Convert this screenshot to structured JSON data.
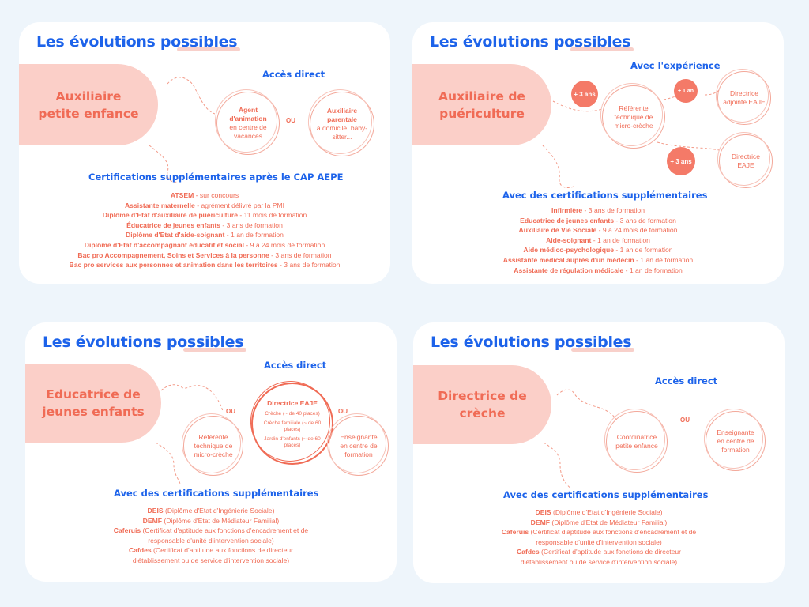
{
  "cards": [
    {
      "title": "Les évolutions possibles",
      "role": "Auxiliaire petite enfance",
      "access_label": "Accès direct",
      "circles": [
        {
          "text": "Agent d'animation en centre de vacances",
          "bold": "Agent d'animation"
        },
        {
          "text": "Auxiliaire parentale à domicile, baby-sitter...",
          "bold": "Auxiliaire parentale"
        }
      ],
      "or_label": "OU",
      "cert_label": "Certifications supplémentaires après le CAP AEPE",
      "certs": [
        {
          "name": "ATSEM",
          "detail": " - sur concours"
        },
        {
          "name": "Assistante maternelle",
          "detail": " - agrément délivré par la PMI"
        },
        {
          "name": "Diplôme d'Etat d'auxiliaire de puériculture",
          "detail": " - 11 mois de formation"
        },
        {
          "name": "Éducatrice de jeunes enfants",
          "detail": " - 3 ans de formation"
        },
        {
          "name": "Diplôme d'Etat d'aide-soignant",
          "detail": " - 1 an de formation"
        },
        {
          "name": "Diplôme d'Etat d'accompagnant éducatif et social",
          "detail": " - 9 à 24 mois de formation"
        },
        {
          "name": "Bac pro Accompagnement, Soins et Services à la personne",
          "detail": " - 3 ans de formation"
        },
        {
          "name": "Bac pro services aux personnes et animation dans les territoires",
          "detail": " - 3 ans de formation"
        }
      ]
    },
    {
      "title": "Les évolutions possibles",
      "role": "Auxiliaire de puériculture",
      "access_label": "Avec l'expérience",
      "circles": [
        {
          "text": "Référente technique de micro-crèche",
          "bold": ""
        },
        {
          "text": "Directrice adjointe EAJE",
          "bold": ""
        },
        {
          "text": "Directrice EAJE",
          "bold": ""
        }
      ],
      "dots": [
        "+ 3 ans",
        "+ 1 an",
        "+ 3 ans"
      ],
      "cert_label": "Avec des certifications supplémentaires",
      "certs": [
        {
          "name": "Infirmière",
          "detail": " - 3 ans de formation"
        },
        {
          "name": "Educatrice de jeunes enfants",
          "detail": " - 3 ans de formation"
        },
        {
          "name": "Auxiliaire de Vie Sociale",
          "detail": " - 9 à 24 mois de formation"
        },
        {
          "name": "Aide-soignant",
          "detail": " - 1 an de formation"
        },
        {
          "name": "Aide médico-psychologique",
          "detail": " - 1 an de formation"
        },
        {
          "name": "Assistante médical auprès d'un médecin",
          "detail": " - 1 an de formation"
        },
        {
          "name": "Assistante de régulation médicale",
          "detail": " - 1 an de formation"
        }
      ]
    },
    {
      "title": "Les évolutions possibles",
      "role": "Educatrice de jeunes enfants",
      "access_label": "Accès direct",
      "circles": [
        {
          "text": "Référente technique de micro-crèche",
          "bold": ""
        },
        {
          "text": "Directrice EAJE",
          "bold": "",
          "sub": [
            "Crèche (~ de 40 places)",
            "Crèche familiale (~ de 60 places)",
            "Jardin d'enfants (~ de 60 places)"
          ]
        },
        {
          "text": "Enseignante en centre de formation",
          "bold": ""
        }
      ],
      "or_labels": [
        "OU",
        "OU"
      ],
      "cert_label": "Avec des certifications supplémentaires",
      "certs": [
        {
          "name": "DEIS",
          "detail": " (Diplôme d'Etat d'Ingénierie Sociale)"
        },
        {
          "name": "DEMF",
          "detail": " (Diplôme d'Etat de Médiateur Familial)"
        },
        {
          "name": "Caferuis",
          "detail": " (Certificat d'aptitude aux fonctions d'encadrement et de",
          "cont": "responsable d'unité d'intervention sociale)"
        },
        {
          "name": "Cafdes",
          "detail": " (Certificat d'aptitude aux fonctions de directeur",
          "cont": "d'établissement ou de service d'intervention sociale)"
        }
      ]
    },
    {
      "title": "Les évolutions possibles",
      "role": "Directrice de crèche",
      "access_label": "Accès direct",
      "circles": [
        {
          "text": "Coordinatrice petite enfance",
          "bold": ""
        },
        {
          "text": "Enseignante en centre de formation",
          "bold": ""
        }
      ],
      "or_label": "OU",
      "cert_label": "Avec des certifications supplémentaires",
      "certs": [
        {
          "name": "DEIS",
          "detail": " (Diplôme d'Etat d'Ingénierie Sociale)"
        },
        {
          "name": "DEMF",
          "detail": " (Diplôme d'Etat de Médiateur Familial)"
        },
        {
          "name": "Caferuis",
          "detail": " (Certificat d'aptitude aux fonctions d'encadrement et de",
          "cont": "responsable d'unité d'intervention sociale)"
        },
        {
          "name": "Cafdes",
          "detail": " (Certificat d'aptitude aux fonctions de directeur",
          "cont": "d'établissement ou de service d'intervention sociale)"
        }
      ]
    }
  ]
}
